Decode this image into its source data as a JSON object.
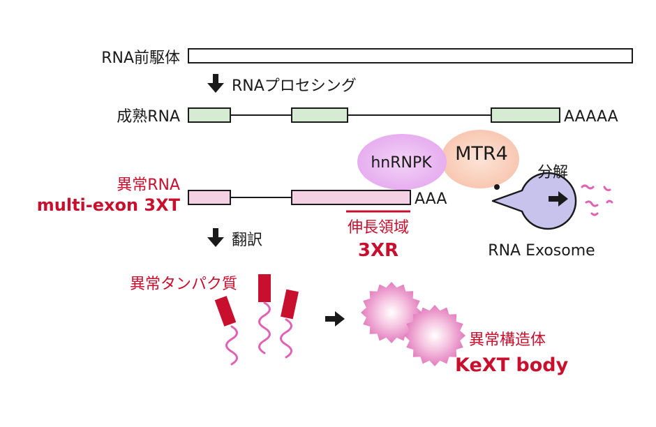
{
  "labels": {
    "precursor": "RNA前駆体",
    "processing": "RNAプロセシング",
    "mature": "成熟RNA",
    "mature_polya": "AAAAA",
    "abnormal_rna": "異常RNA",
    "multi_exon": "multi-exon 3XT",
    "abnormal_polya": "AAA",
    "extension_region": "伸長領域",
    "region_3xr": "3XR",
    "translation": "翻訳",
    "hnrnpk": "hnRNPK",
    "mtr4": "MTR4",
    "degradation": "分解",
    "exosome": "RNA Exosome",
    "abnormal_protein": "異常タンパク質",
    "abnormal_structure": "異常構造体",
    "kext_body": "KeXT body"
  },
  "colors": {
    "text_dark": "#1a1a1a",
    "accent_red": "#c8102e",
    "exon_green": "#d5ecd2",
    "exon_pink": "#f4d0e4",
    "hnrnpk_purple": "#e8b4f0",
    "mtr4_peach": "#f9cdb8",
    "exosome_lavender": "#c8c3ec",
    "protein_red": "#c8102e",
    "chain_pink": "#e062b4"
  },
  "icons": [
    "down-arrow-icon",
    "right-arrow-icon",
    "exosome-pacman-icon",
    "fragment-icon",
    "aggregate-burst-icon"
  ]
}
